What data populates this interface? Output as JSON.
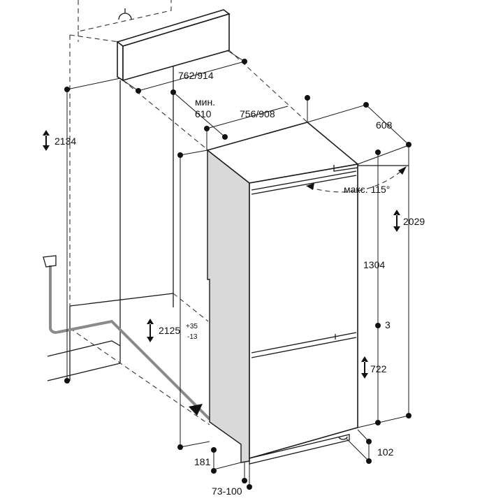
{
  "title": "Built-in fridge-freezer installation dimensions",
  "labels": {
    "niche_height_total": "2134",
    "niche_depth": "762/914",
    "min_label": "мин.",
    "min_value": "610",
    "cabinet_depth": "756/908",
    "appliance_depth": "608",
    "door_angle": "макс. 115°",
    "appliance_height": "2029",
    "upper_door_height": "1304",
    "door_gap": "3",
    "niche_height": "2125",
    "niche_tol_plus": "+35",
    "niche_tol_minus": "-13",
    "lower_door_height": "722",
    "plinth_depth": "102",
    "plinth_height": "181",
    "plinth_offset": "73-100"
  }
}
